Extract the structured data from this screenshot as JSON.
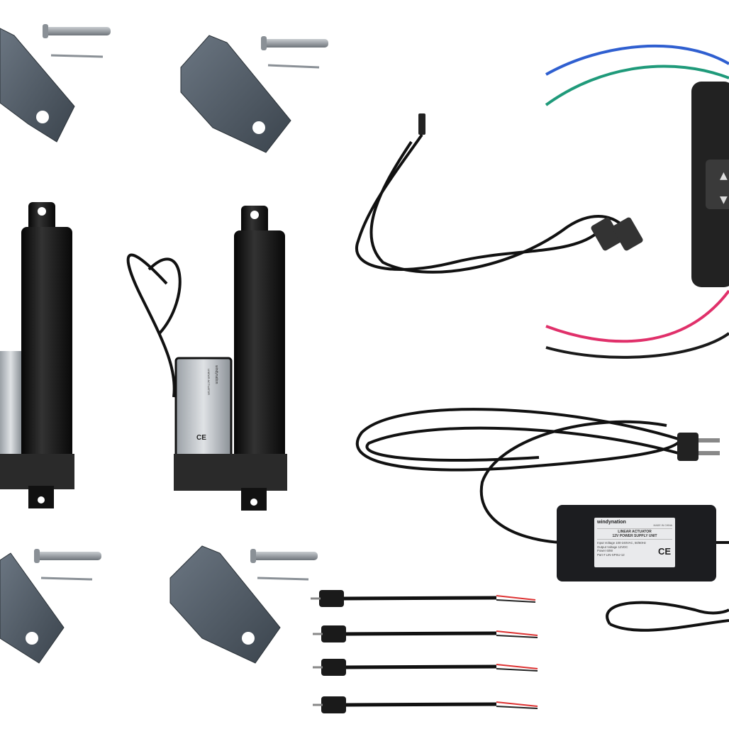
{
  "brand": "windynation",
  "psu_label": {
    "made_in": "MADE IN CHINA",
    "title_line1": "LINEAR ACTUATOR",
    "title_line2": "12V POWER SUPPLY UNIT",
    "input_voltage": "Input Voltage  100-240VAC, 50/60Hz",
    "output_voltage": "Output Voltage 12VDC",
    "power": "Power  60W",
    "part": "Part #  LIN-SPSU-12",
    "ce_mark": "CE"
  },
  "actuator_label": {
    "title": "LINEAR ACTUATOR",
    "ce_mark": "CE"
  },
  "colors": {
    "actuator": "#151515",
    "bracket": "#4a5560",
    "wire_blue": "#2f5fd0",
    "wire_green": "#1f9a7a",
    "wire_red": "#e0306a",
    "wire_black": "#1a1a1a",
    "psu": "#1c1d20"
  }
}
